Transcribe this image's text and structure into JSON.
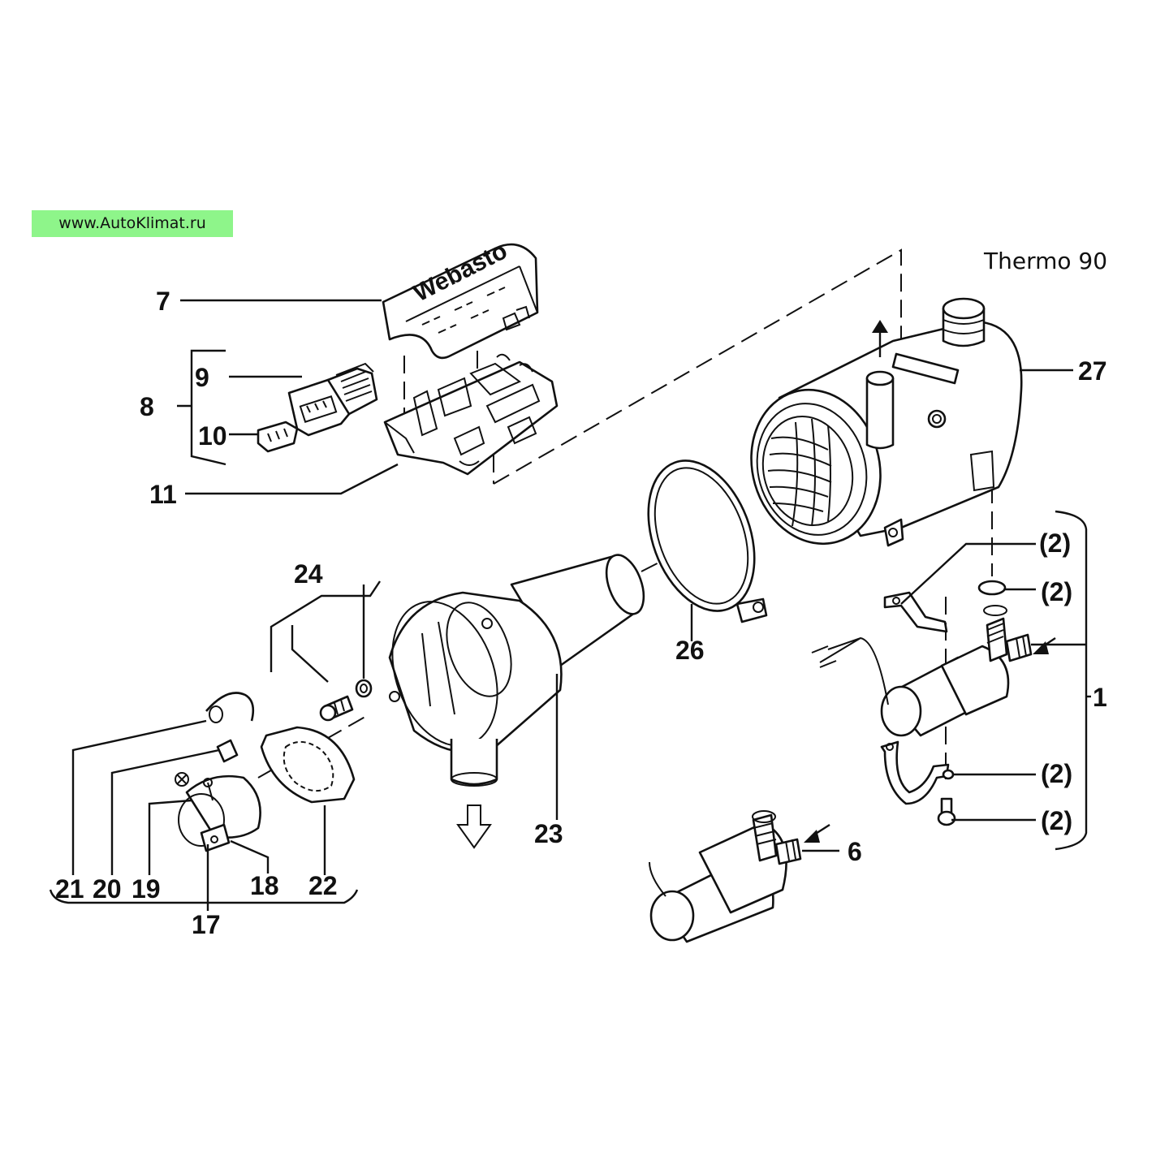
{
  "watermark": "www.AutoKlimat.ru",
  "model": "Thermo 90",
  "logo_text": "Webasto",
  "callouts": {
    "c1": "1",
    "c2a": "(2)",
    "c2b": "(2)",
    "c2c": "(2)",
    "c2d": "(2)",
    "c6": "6",
    "c7": "7",
    "c8": "8",
    "c9": "9",
    "c10": "10",
    "c11": "11",
    "c17": "17",
    "c18": "18",
    "c19": "19",
    "c20": "20",
    "c21": "21",
    "c22": "22",
    "c23": "23",
    "c24": "24",
    "c26": "26",
    "c27": "27"
  }
}
